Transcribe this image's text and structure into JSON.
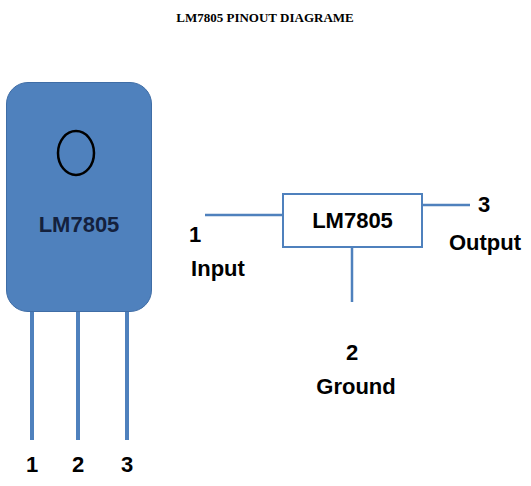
{
  "diagram": {
    "title": "LM7805 PINOUT DIAGRAME",
    "nodes": [
      {
        "text": [
          "LM7805"
        ]
      },
      {
        "text": [
          "LM7805"
        ]
      }
    ],
    "labels": [
      "1",
      "2",
      "3",
      "1",
      "Input",
      "2",
      "Ground",
      "3",
      "Output"
    ]
  }
}
